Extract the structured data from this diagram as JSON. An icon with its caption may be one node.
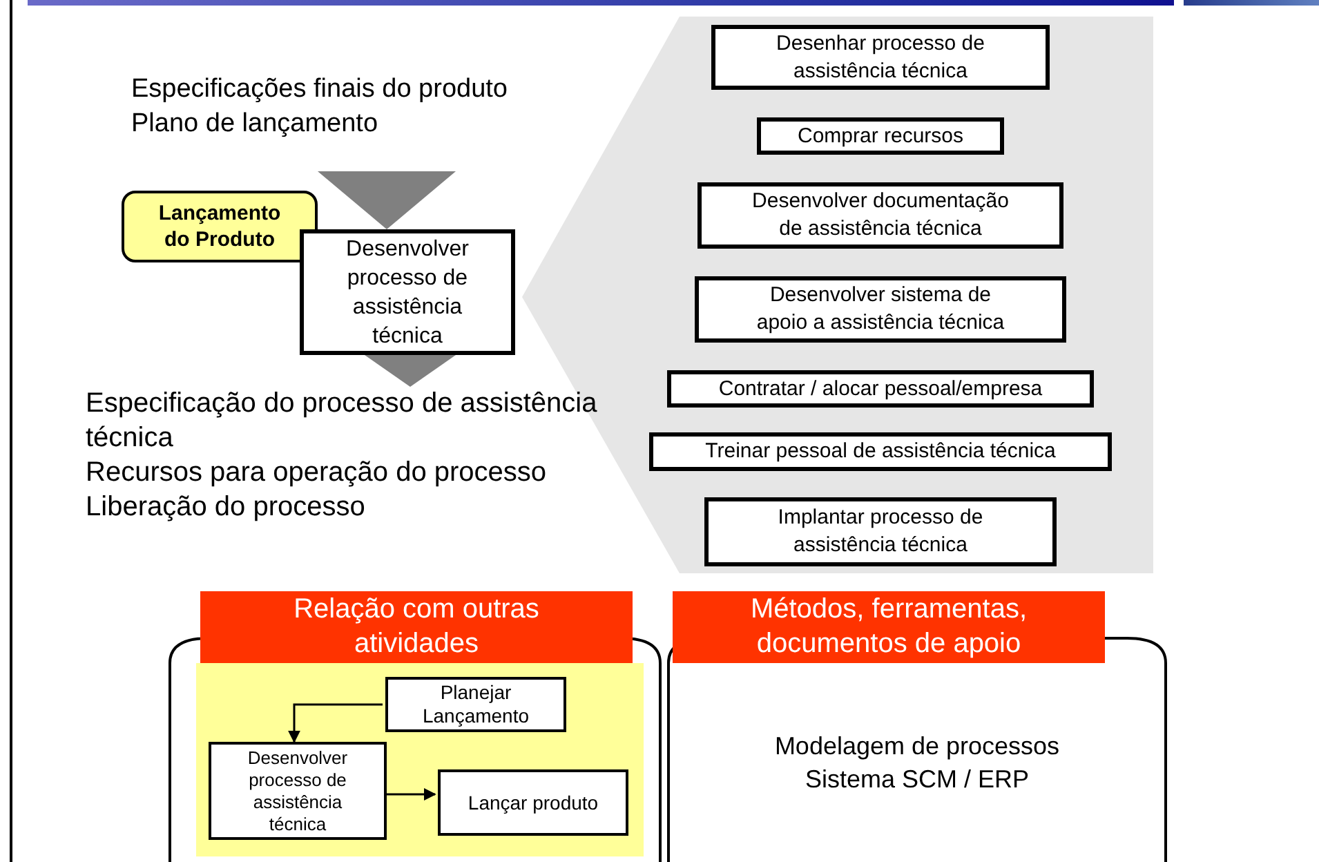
{
  "diagram": {
    "nodes": [
      {
        "text": [
          "Especificações finais do produto",
          "Plano de lançamento"
        ]
      },
      {
        "text": [
          "Lançamento do Produto"
        ]
      },
      {
        "text": [
          "Desenvolver processo de assistência técnica"
        ]
      },
      {
        "text": [
          "Especificação do processo de assistência técnica",
          "Recursos para operação do processo",
          "Liberação do processo"
        ]
      },
      {
        "text": [
          "Desenhar processo de assistência técnica"
        ]
      },
      {
        "text": [
          "Comprar recursos"
        ]
      },
      {
        "text": [
          "Desenvolver documentação de assistência técnica"
        ]
      },
      {
        "text": [
          "Desenvolver sistema de apoio a assistência técnica"
        ]
      },
      {
        "text": [
          "Contratar / alocar pessoal/empresa"
        ]
      },
      {
        "text": [
          "Treinar pessoal de assistência técnica"
        ]
      },
      {
        "text": [
          "Implantar processo de assistência técnica"
        ]
      },
      {
        "text": [
          "Relação com outras atividades"
        ]
      },
      {
        "text": [],
        "shape": "box"
      },
      {
        "text": [],
        "shape": "box",
        "in": 12
      },
      {
        "text": [
          "Planejar Lançamento"
        ],
        "in": 13
      },
      {
        "text": [
          "Desenvolver processo de assistência técnica"
        ],
        "in": 13
      },
      {
        "text": [
          "Lançar produto"
        ],
        "in": 13
      },
      {
        "text": [
          "Métodos, ferramentas, documentos de apoio"
        ]
      },
      {
        "text": [
          "Modelagem de processos",
          "Sistema SCM / ERP"
        ]
      }
    ],
    "edges": [
      {
        "from": 0,
        "to": 2,
        "arrow": "to",
        "style": "thick",
        "color": "#808080"
      },
      {
        "from": 2,
        "to": 3,
        "arrow": "to",
        "style": "thick",
        "color": "#808080"
      },
      {
        "from": 14,
        "to": 15,
        "arrow": "to",
        "color": "#000000"
      },
      {
        "from": 15,
        "to": 16,
        "arrow": "to",
        "color": "#000000"
      }
    ]
  }
}
